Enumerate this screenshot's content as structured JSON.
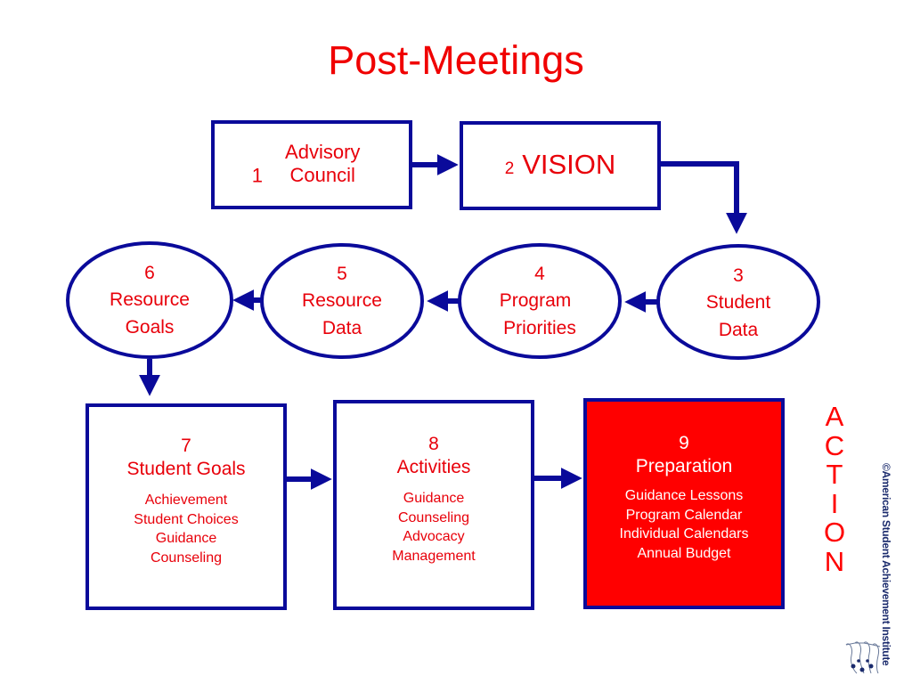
{
  "title": "Post-Meetings",
  "colors": {
    "stroke": "#0a0a9a",
    "text_red": "#e8000a",
    "fill_highlight": "#ff0000",
    "title": "#f00000"
  },
  "nodes": [
    {
      "id": 1,
      "shape": "box",
      "num": "1",
      "label": "Advisory Council"
    },
    {
      "id": 2,
      "shape": "box",
      "num": "2",
      "label": "VISION"
    },
    {
      "id": 3,
      "shape": "ellipse",
      "num": "3",
      "label_lines": [
        "Student",
        "Data"
      ]
    },
    {
      "id": 4,
      "shape": "ellipse",
      "num": "4",
      "label_lines": [
        "Program",
        "Priorities"
      ]
    },
    {
      "id": 5,
      "shape": "ellipse",
      "num": "5",
      "label_lines": [
        "Resource",
        "Data"
      ]
    },
    {
      "id": 6,
      "shape": "ellipse",
      "num": "6",
      "label_lines": [
        "Resource",
        "Goals"
      ]
    },
    {
      "id": 7,
      "shape": "box",
      "num": "7",
      "label": "Student Goals",
      "items": [
        "Achievement",
        "Student Choices",
        "Guidance",
        "Counseling"
      ]
    },
    {
      "id": 8,
      "shape": "box",
      "num": "8",
      "label": "Activities",
      "items": [
        "Guidance",
        "Counseling",
        "Advocacy",
        "Management"
      ]
    },
    {
      "id": 9,
      "shape": "box",
      "num": "9",
      "label": "Preparation",
      "highlighted": true,
      "items": [
        "Guidance Lessons",
        "Program Calendar",
        "Individual Calendars",
        "Annual Budget"
      ]
    }
  ],
  "edges": [
    {
      "from": 1,
      "to": 2
    },
    {
      "from": 2,
      "to": 3
    },
    {
      "from": 3,
      "to": 4
    },
    {
      "from": 4,
      "to": 5
    },
    {
      "from": 5,
      "to": 6
    },
    {
      "from": 6,
      "to": 7
    },
    {
      "from": 7,
      "to": 8
    },
    {
      "from": 8,
      "to": 9
    }
  ],
  "side_label": [
    "A",
    "C",
    "T",
    "I",
    "O",
    "N"
  ],
  "copyright": "©American Student Achievement Institute",
  "logo_icon": "people-group-logo-icon"
}
